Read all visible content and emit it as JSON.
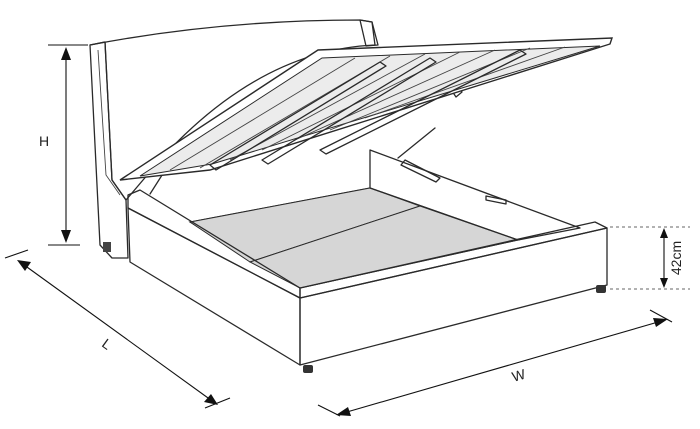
{
  "diagram": {
    "labels": {
      "height": "H",
      "length": "L",
      "width": "W",
      "base_height": "42cm"
    },
    "colors": {
      "line": "#2a2a2a",
      "headboard_fill": "#cfcfcf",
      "mattress_area": "#d9d9d9",
      "frame_fill": "#ffffff",
      "slat_fill": "#e6e6e6",
      "background": "#ffffff"
    }
  }
}
